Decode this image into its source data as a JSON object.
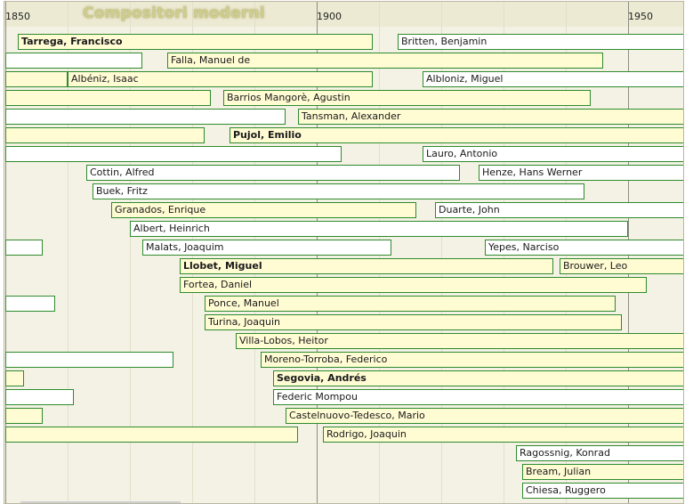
{
  "chart_data": {
    "type": "timeline",
    "title": "Compositori moderni",
    "xlim": [
      1850,
      1960
    ],
    "major_ticks": [
      1850,
      1900,
      1950
    ],
    "tick_labels": [
      "1850",
      "1900",
      "1950"
    ],
    "minor_tick_step": 10,
    "grid": true,
    "colors": {
      "border": "#2e8b2e",
      "plain_fill": "#ffffff",
      "highlight_fill": "#fffbd3",
      "background": "#f4f2e4"
    },
    "rows": [
      {
        "segments": [
          {
            "label": "Tarrega, Francisco",
            "start": 1852,
            "end": 1909,
            "fill": "highlight",
            "bold": true
          },
          {
            "label": "Britten, Benjamin",
            "start": 1913,
            "end": 1976,
            "fill": "plain",
            "bold": false
          }
        ]
      },
      {
        "segments": [
          {
            "label": "",
            "start": 1850,
            "end": 1872,
            "fill": "plain",
            "bold": false
          },
          {
            "label": "Falla, Manuel de",
            "start": 1876,
            "end": 1946,
            "fill": "highlight",
            "bold": false
          }
        ]
      },
      {
        "segments": [
          {
            "label": "",
            "start": 1850,
            "end": 1860,
            "fill": "highlight",
            "bold": false
          },
          {
            "label": "Albéniz, Isaac",
            "start": 1860,
            "end": 1909,
            "fill": "highlight",
            "bold": false
          },
          {
            "label": "Albloniz, Miguel",
            "start": 1917,
            "end": 1980,
            "fill": "plain",
            "bold": false
          }
        ]
      },
      {
        "segments": [
          {
            "label": "",
            "start": 1850,
            "end": 1883,
            "fill": "highlight",
            "bold": false
          },
          {
            "label": "Barrios Mangorè, Agustin",
            "start": 1885,
            "end": 1944,
            "fill": "highlight",
            "bold": false
          }
        ]
      },
      {
        "segments": [
          {
            "label": "",
            "start": 1850,
            "end": 1895,
            "fill": "plain",
            "bold": false
          },
          {
            "label": "Tansman, Alexander",
            "start": 1897,
            "end": 1986,
            "fill": "highlight",
            "bold": false
          }
        ]
      },
      {
        "segments": [
          {
            "label": "",
            "start": 1850,
            "end": 1882,
            "fill": "highlight",
            "bold": false
          },
          {
            "label": "Pujol, Emilio",
            "start": 1886,
            "end": 1980,
            "fill": "highlight",
            "bold": true
          }
        ]
      },
      {
        "segments": [
          {
            "label": "",
            "start": 1850,
            "end": 1904,
            "fill": "plain",
            "bold": false
          },
          {
            "label": "Lauro, Antonio",
            "start": 1917,
            "end": 1986,
            "fill": "plain",
            "bold": false
          }
        ]
      },
      {
        "segments": [
          {
            "label": "Cottin, Alfred",
            "start": 1863,
            "end": 1923,
            "fill": "plain",
            "bold": false
          },
          {
            "label": "Henze, Hans Werner",
            "start": 1926,
            "end": 2012,
            "fill": "plain",
            "bold": false
          }
        ]
      },
      {
        "segments": [
          {
            "label": "Buek, Fritz",
            "start": 1864,
            "end": 1943,
            "fill": "plain",
            "bold": false
          }
        ]
      },
      {
        "segments": [
          {
            "label": "Granados, Enrique",
            "start": 1867,
            "end": 1916,
            "fill": "highlight",
            "bold": false
          },
          {
            "label": "Duarte, John",
            "start": 1919,
            "end": 2004,
            "fill": "plain",
            "bold": false
          }
        ]
      },
      {
        "segments": [
          {
            "label": "Albert, Heinrich",
            "start": 1870,
            "end": 1950,
            "fill": "plain",
            "bold": false
          }
        ]
      },
      {
        "segments": [
          {
            "label": "",
            "start": 1850,
            "end": 1856,
            "fill": "plain",
            "bold": false
          },
          {
            "label": "Malats, Joaquim",
            "start": 1872,
            "end": 1912,
            "fill": "plain",
            "bold": false
          },
          {
            "label": "Yepes, Narciso",
            "start": 1927,
            "end": 1997,
            "fill": "plain",
            "bold": false
          }
        ]
      },
      {
        "segments": [
          {
            "label": "Llobet, Miguel",
            "start": 1878,
            "end": 1938,
            "fill": "highlight",
            "bold": true
          },
          {
            "label": "Brouwer, Leo",
            "start": 1939,
            "end": 2025,
            "fill": "highlight",
            "bold": false
          }
        ]
      },
      {
        "segments": [
          {
            "label": "Fortea, Daniel",
            "start": 1878,
            "end": 1953,
            "fill": "highlight",
            "bold": false
          }
        ]
      },
      {
        "segments": [
          {
            "label": "",
            "start": 1850,
            "end": 1858,
            "fill": "plain",
            "bold": false
          },
          {
            "label": "Ponce, Manuel",
            "start": 1882,
            "end": 1948,
            "fill": "highlight",
            "bold": false
          }
        ]
      },
      {
        "segments": [
          {
            "label": "Turina, Joaquin",
            "start": 1882,
            "end": 1949,
            "fill": "highlight",
            "bold": false
          }
        ]
      },
      {
        "segments": [
          {
            "label": "Villa-Lobos, Heitor",
            "start": 1887,
            "end": 1959,
            "fill": "highlight",
            "bold": false
          }
        ]
      },
      {
        "segments": [
          {
            "label": "",
            "start": 1850,
            "end": 1877,
            "fill": "plain",
            "bold": false
          },
          {
            "label": "Moreno-Torroba, Federico",
            "start": 1891,
            "end": 1982,
            "fill": "highlight",
            "bold": false
          }
        ]
      },
      {
        "segments": [
          {
            "label": "",
            "start": 1850,
            "end": 1853,
            "fill": "highlight",
            "bold": false
          },
          {
            "label": "Segovia, Andrés",
            "start": 1893,
            "end": 1987,
            "fill": "highlight",
            "bold": true
          }
        ]
      },
      {
        "segments": [
          {
            "label": "",
            "start": 1850,
            "end": 1861,
            "fill": "plain",
            "bold": false
          },
          {
            "label": "Federic Mompou",
            "start": 1893,
            "end": 1987,
            "fill": "plain",
            "bold": false
          }
        ]
      },
      {
        "segments": [
          {
            "label": "",
            "start": 1850,
            "end": 1856,
            "fill": "highlight",
            "bold": false
          },
          {
            "label": "Castelnuovo-Tedesco, Mario",
            "start": 1895,
            "end": 1968,
            "fill": "highlight",
            "bold": false
          }
        ]
      },
      {
        "segments": [
          {
            "label": "",
            "start": 1850,
            "end": 1897,
            "fill": "highlight",
            "bold": false
          },
          {
            "label": "Rodrigo, Joaquin",
            "start": 1901,
            "end": 1999,
            "fill": "highlight",
            "bold": false
          }
        ]
      },
      {
        "segments": [
          {
            "label": "Ragossnig, Konrad",
            "start": 1932,
            "end": 2018,
            "fill": "plain",
            "bold": false
          }
        ]
      },
      {
        "segments": [
          {
            "label": "Bream, Julian",
            "start": 1933,
            "end": 2020,
            "fill": "highlight",
            "bold": false
          }
        ]
      },
      {
        "segments": [
          {
            "label": "Chiesa, Ruggero",
            "start": 1933,
            "end": 1993,
            "fill": "plain",
            "bold": false
          }
        ]
      }
    ]
  }
}
